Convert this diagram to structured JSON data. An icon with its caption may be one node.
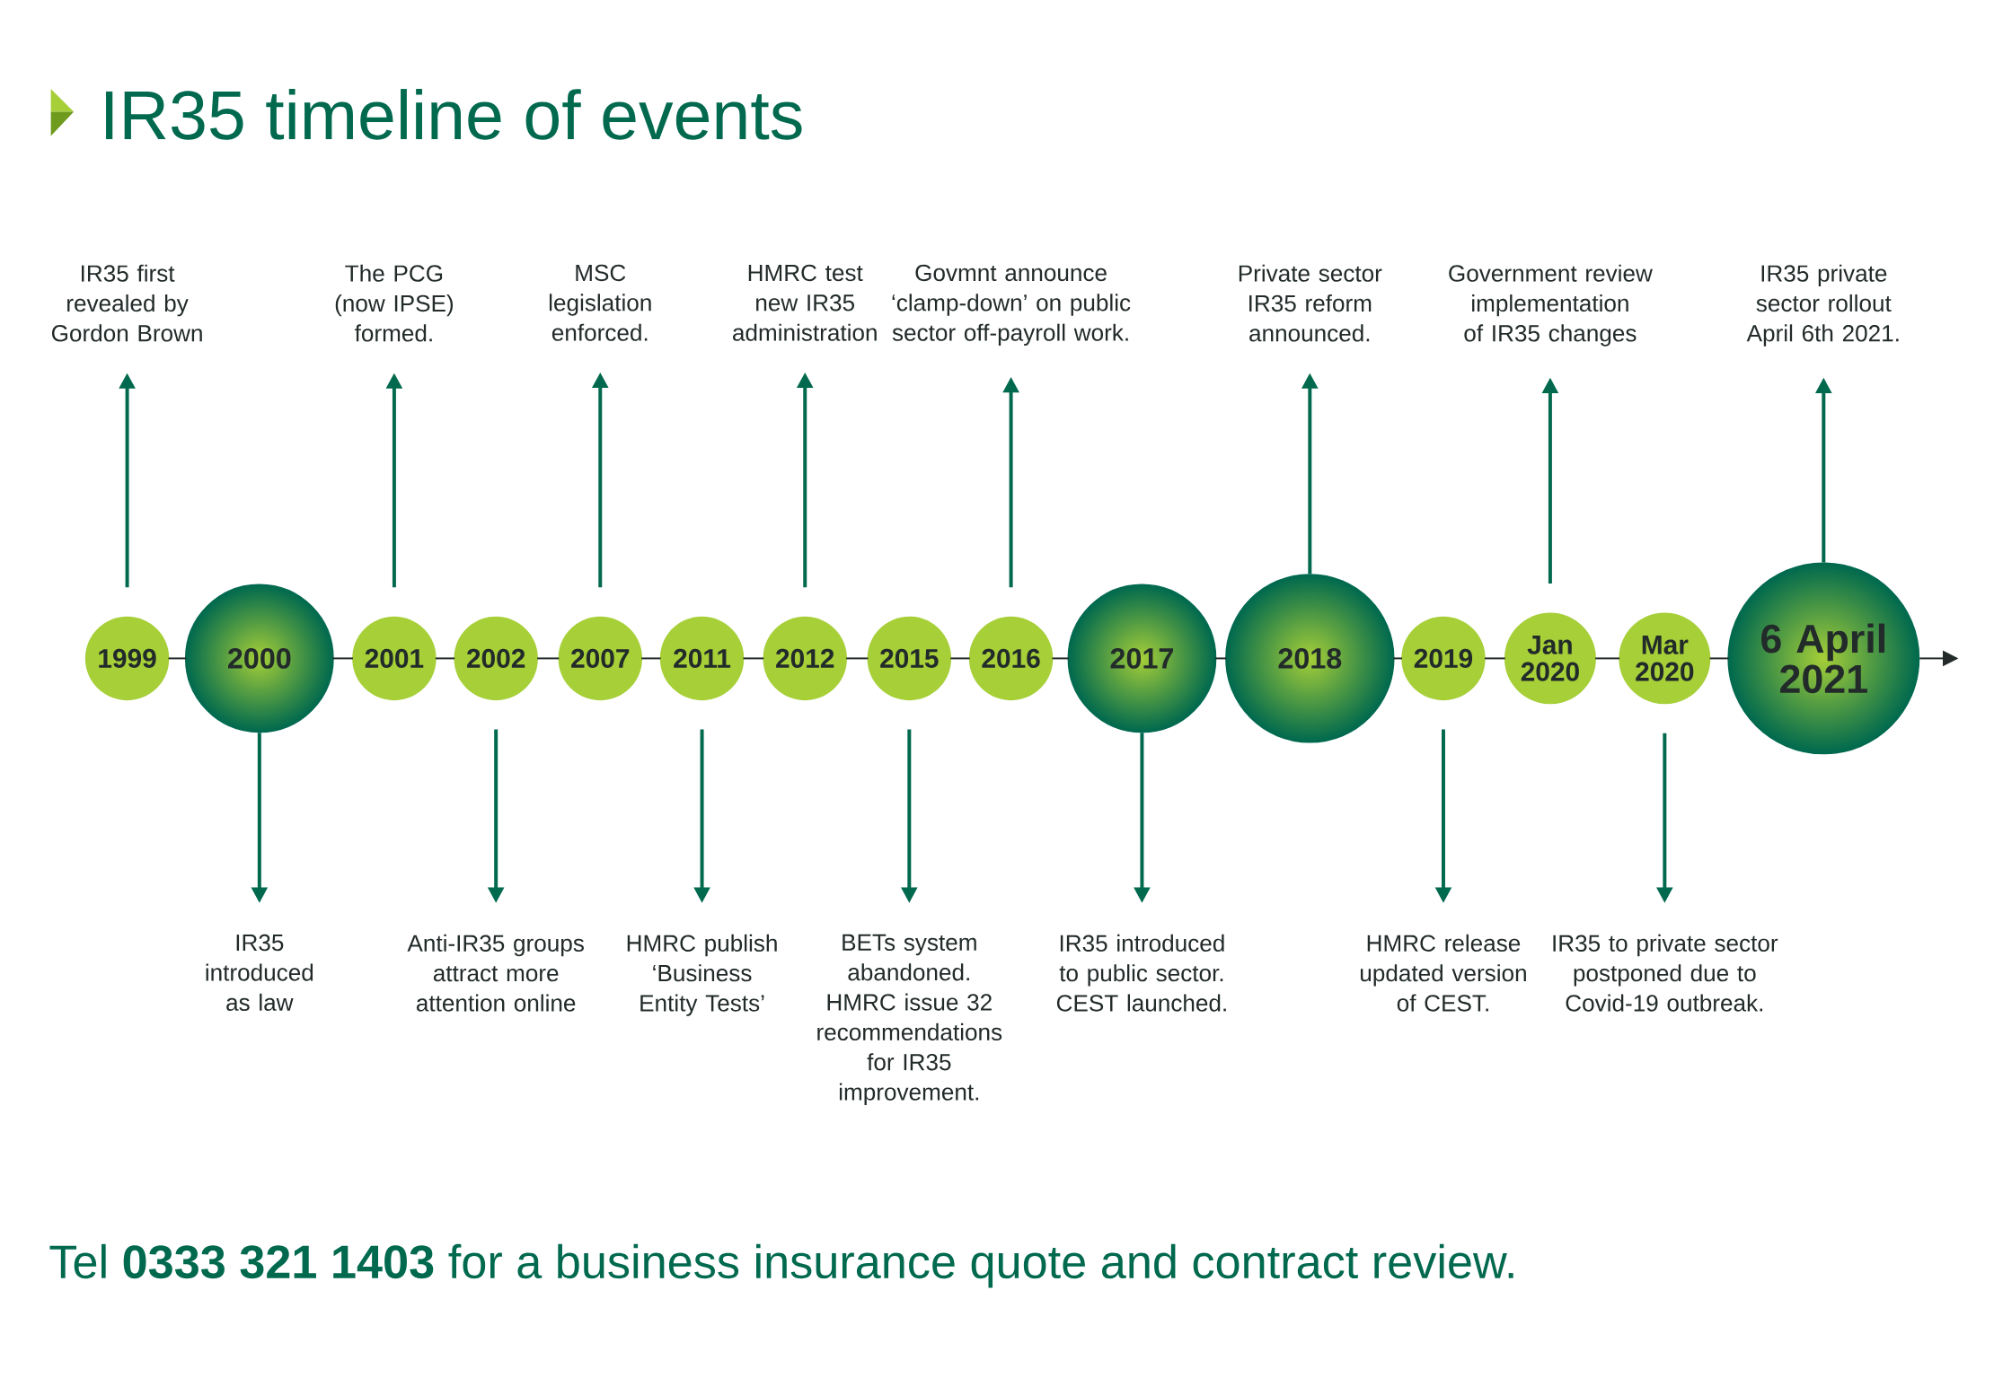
{
  "diagram": {
    "title": "IR35 timeline of events",
    "nodes": [
      {
        "text": [
          "1999"
        ]
      },
      {
        "text": [
          "2000"
        ]
      },
      {
        "text": [
          "2001"
        ]
      },
      {
        "text": [
          "2002"
        ]
      },
      {
        "text": [
          "2007"
        ]
      },
      {
        "text": [
          "2011"
        ]
      },
      {
        "text": [
          "2012"
        ]
      },
      {
        "text": [
          "2015"
        ]
      },
      {
        "text": [
          "2016"
        ]
      },
      {
        "text": [
          "2017"
        ]
      },
      {
        "text": [
          "2018"
        ]
      },
      {
        "text": [
          "2019"
        ]
      },
      {
        "text": [
          "Jan 2020"
        ]
      },
      {
        "text": [
          "Mar 2020"
        ]
      },
      {
        "text": [
          "6 April 2021"
        ]
      },
      {
        "text": [
          "IR35 first revealed by Gordon Brown"
        ]
      },
      {
        "text": [
          "IR35 introduced as law"
        ]
      },
      {
        "text": [
          "The PCG (now IPSE) formed."
        ]
      },
      {
        "text": [
          "Anti-IR35 groups attract more attention online"
        ]
      },
      {
        "text": [
          "MSC legislation enforced."
        ]
      },
      {
        "text": [
          "HMRC publish ‘Business Entity Tests’"
        ]
      },
      {
        "text": [
          "HMRC test new IR35 administration"
        ]
      },
      {
        "text": [
          "BETs system abandoned. HMRC issue 32 recommendations for IR35 improvement."
        ]
      },
      {
        "text": [
          "Govmnt announce ‘clamp-down’ on public sector off-payroll work."
        ]
      },
      {
        "text": [
          "IR35 introduced to public sector. CEST launched."
        ]
      },
      {
        "text": [
          "Private sector IR35 reform announced."
        ]
      },
      {
        "text": [
          "HMRC release updated version of CEST."
        ]
      },
      {
        "text": [
          "Government review implementation of IR35 changes"
        ]
      },
      {
        "text": [
          "IR35 to private sector postponed due to Covid-19 outbreak."
        ]
      },
      {
        "text": [
          "IR35 private sector rollout April 6th 2021."
        ]
      }
    ],
    "edges": [
      {
        "from": 0,
        "to": 1,
        "arrow": "none"
      },
      {
        "from": 1,
        "to": 2,
        "arrow": "none"
      },
      {
        "from": 2,
        "to": 3,
        "arrow": "none"
      },
      {
        "from": 3,
        "to": 4,
        "arrow": "none"
      },
      {
        "from": 4,
        "to": 5,
        "arrow": "none"
      },
      {
        "from": 5,
        "to": 6,
        "arrow": "none"
      },
      {
        "from": 6,
        "to": 7,
        "arrow": "none"
      },
      {
        "from": 7,
        "to": 8,
        "arrow": "none"
      },
      {
        "from": 8,
        "to": 9,
        "arrow": "none"
      },
      {
        "from": 9,
        "to": 10,
        "arrow": "none"
      },
      {
        "from": 10,
        "to": 11,
        "arrow": "none"
      },
      {
        "from": 11,
        "to": 12,
        "arrow": "none"
      },
      {
        "from": 12,
        "to": 13,
        "arrow": "none"
      },
      {
        "from": 13,
        "to": 14,
        "arrow": "none"
      },
      {
        "from": 14,
        "to": null,
        "arrow": "to"
      },
      {
        "from": 0,
        "to": 15,
        "arrow": "to"
      },
      {
        "from": 1,
        "to": 16,
        "arrow": "to"
      },
      {
        "from": 2,
        "to": 17,
        "arrow": "to"
      },
      {
        "from": 3,
        "to": 18,
        "arrow": "to"
      },
      {
        "from": 4,
        "to": 19,
        "arrow": "to"
      },
      {
        "from": 5,
        "to": 20,
        "arrow": "to"
      },
      {
        "from": 6,
        "to": 21,
        "arrow": "to"
      },
      {
        "from": 7,
        "to": 22,
        "arrow": "to"
      },
      {
        "from": 8,
        "to": 23,
        "arrow": "to"
      },
      {
        "from": 9,
        "to": 24,
        "arrow": "to"
      },
      {
        "from": 10,
        "to": 25,
        "arrow": "to"
      },
      {
        "from": 11,
        "to": 26,
        "arrow": "to"
      },
      {
        "from": 12,
        "to": 27,
        "arrow": "to"
      },
      {
        "from": 13,
        "to": 28,
        "arrow": "to"
      },
      {
        "from": 14,
        "to": 29,
        "arrow": "to"
      }
    ],
    "labels": [
      "Tel **0333 321 1403** for a business insurance quote and contract review."
    ]
  }
}
